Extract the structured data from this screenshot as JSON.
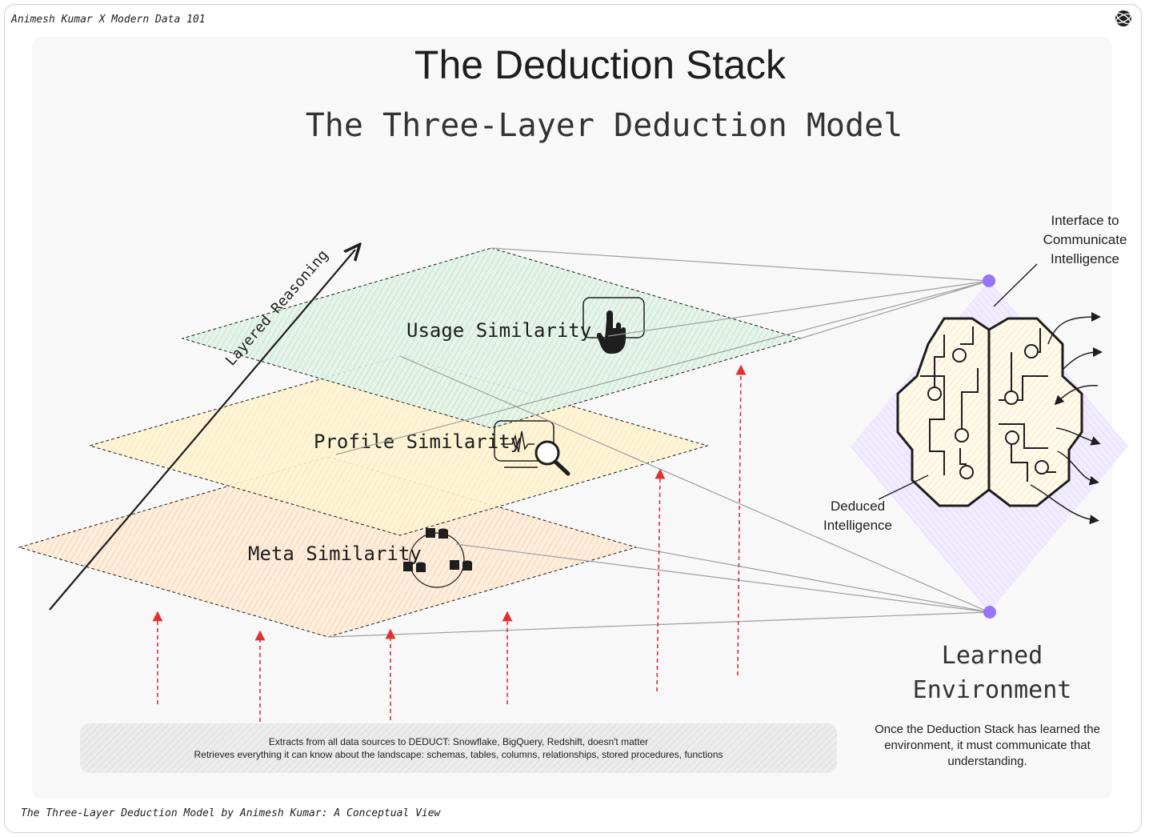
{
  "header": {
    "brand": "Animesh Kumar X Modern Data 101",
    "title": "The Deduction Stack",
    "subtitle": "The Three-Layer Deduction Model"
  },
  "axis_label": "Layered Reasoning",
  "layers": [
    {
      "label": "Usage Similarity",
      "icon": "hand-pointer-icon",
      "color": "#b7e4c7"
    },
    {
      "label": "Profile Similarity",
      "icon": "monitor-search-icon",
      "color": "#fde6a3"
    },
    {
      "label": "Meta Similarity",
      "icon": "data-cycle-icon",
      "color": "#fbd3b0"
    }
  ],
  "data_sources_note": {
    "line1": "Extracts from all data sources to DEDUCT: Snowflake, BigQuery, Redshift, doesn't matter",
    "line2": "Retrieves everything it can know about the landscape: schemas, tables, columns, relationships, stored procedures, functions"
  },
  "callouts": {
    "interface_line1": "Interface to",
    "interface_line2": "Communicate",
    "interface_line3": "Intelligence",
    "deduced_line1": "Deduced",
    "deduced_line2": "Intelligence"
  },
  "environment": {
    "title_line1": "Learned",
    "title_line2": "Environment",
    "description": "Once the Deduction Stack has learned the environment, it must communicate that understanding."
  },
  "footer": "The Three-Layer Deduction Model by Animesh Kumar: A Conceptual View",
  "colors": {
    "arrow_red": "#e03131",
    "node_purple": "#9775fa",
    "brain_fill": "#fff6d6",
    "diamond_purple": "#e5dbff"
  }
}
